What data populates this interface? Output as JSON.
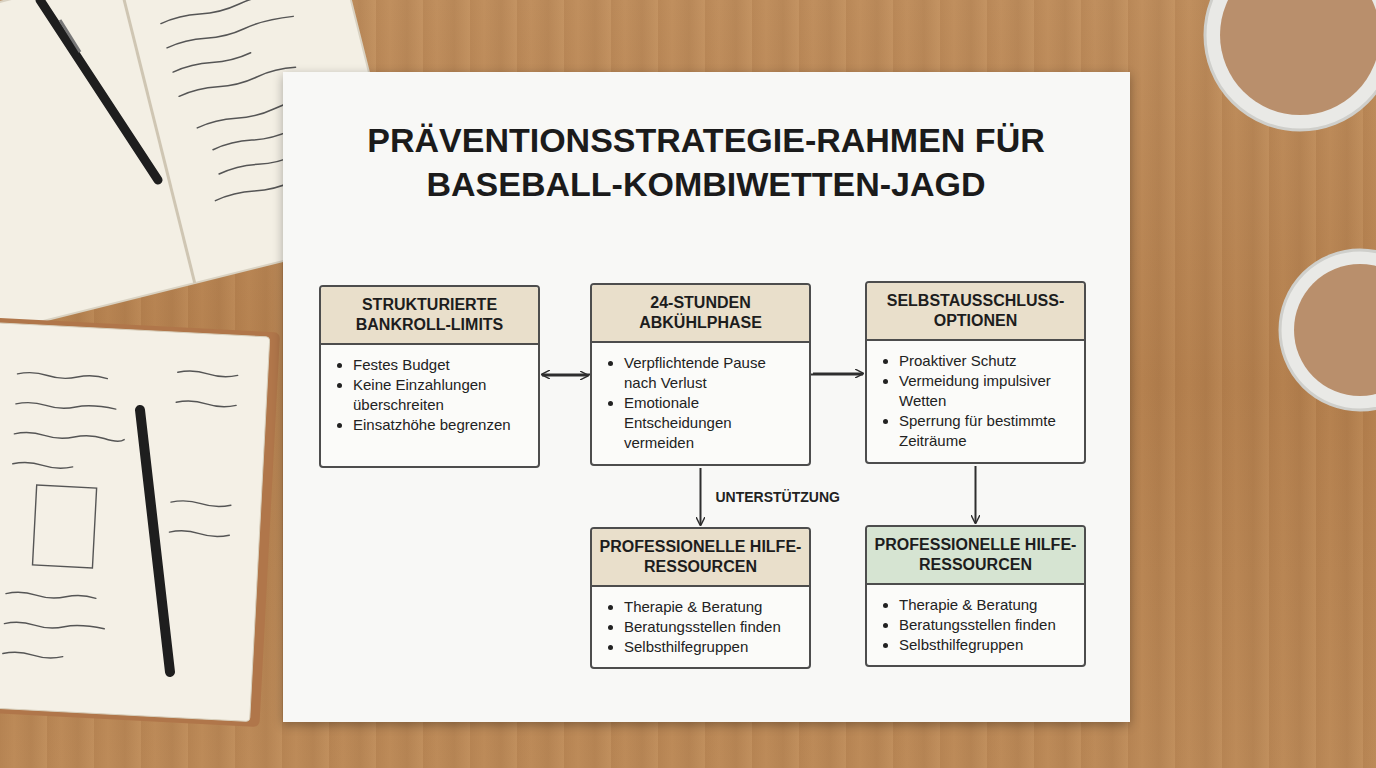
{
  "diagram": {
    "title": "PRÄVENTIONSSTRATEGIE-RAHMEN FÜR BASEBALL-KOMBIWETTEN-JAGD",
    "nodes": [
      {
        "text": [
          "STRUKTURIERTE BANKROLL-LIMITS",
          "Festes Budget",
          "Keine Einzahlungen überschreiten",
          "Einsatzhöhe begrenzen"
        ]
      },
      {
        "text": [
          "24-STUNDEN ABKÜHLPHASE",
          "Verpflichtende Pause nach Verlust",
          "Emotionale Entscheidungen vermeiden"
        ]
      },
      {
        "text": [
          "SELBSTAUSSCHLUSS-OPTIONEN",
          "Proaktiver Schutz",
          "Vermeidung impulsiver Wetten",
          "Sperrung für bestimmte Zeiträume"
        ]
      },
      {
        "text": [
          "PROFESSIONELLE HILFE-RESSOURCEN",
          "Therapie & Beratung",
          "Beratungsstellen finden",
          "Selbsthilfegruppen"
        ]
      },
      {
        "text": [
          "PROFESSIONELLE HILFE-RESSOURCEN",
          "Therapie & Beratung",
          "Beratungsstellen finden",
          "Selbsthilfegruppen"
        ]
      }
    ],
    "edges": [
      {
        "from": 0,
        "to": 1,
        "arrow": "to"
      },
      {
        "from": 1,
        "to": 2,
        "arrow": "to"
      },
      {
        "from": 2,
        "to": 0,
        "arrow": "to"
      },
      {
        "from": 1,
        "to": 3,
        "label": "UNTERSTÜTZUNG",
        "arrow": "to"
      },
      {
        "from": 2,
        "to": 4,
        "arrow": "to"
      }
    ]
  }
}
